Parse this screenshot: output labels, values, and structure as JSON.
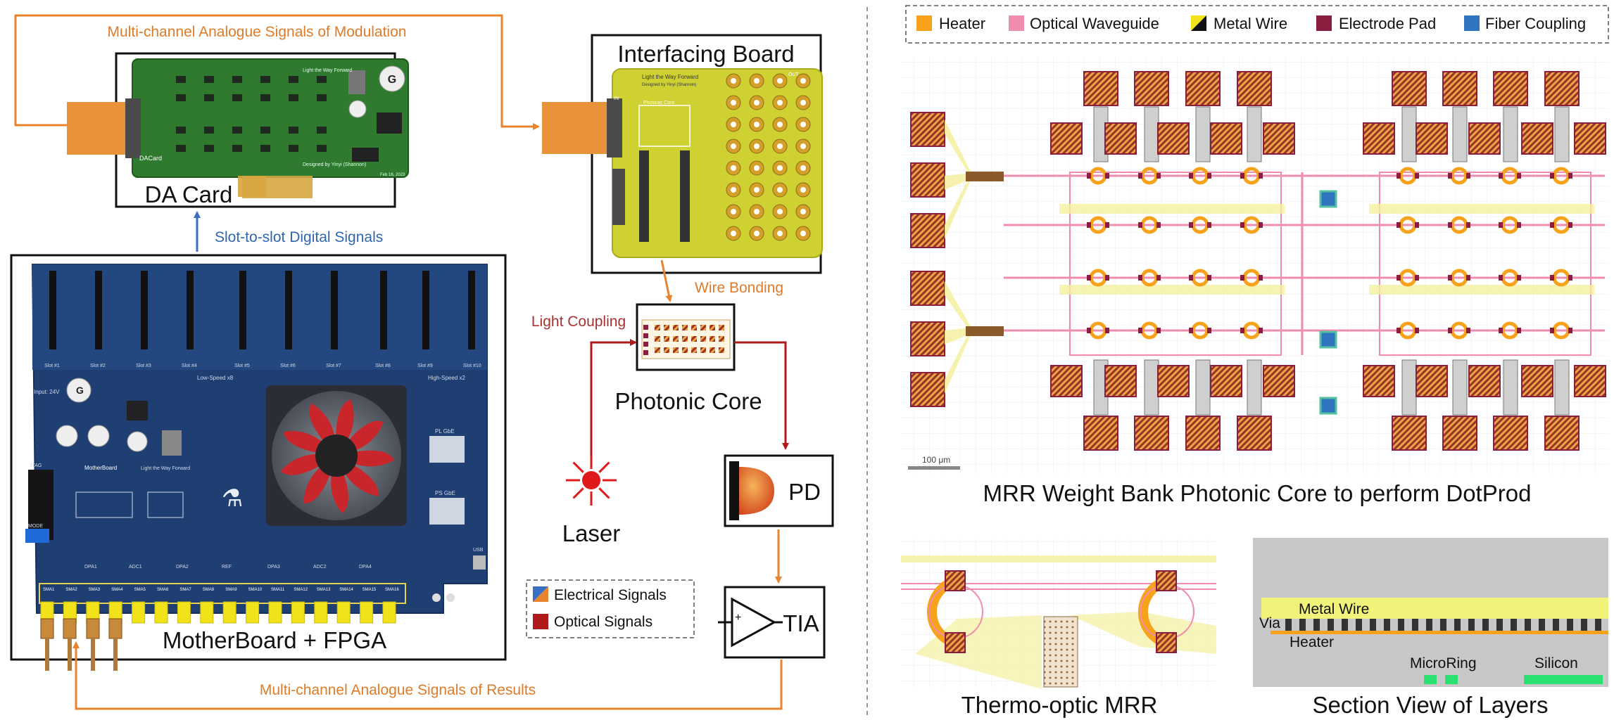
{
  "colors": {
    "orange": "#e8842e",
    "blue": "#3a6fc4",
    "red": "#b01a1a",
    "heater": "#f7a21b",
    "waveguide": "#f08cb0",
    "pad": "#8b1e3f",
    "fiber": "#2f75c0",
    "metal": "#eeee88"
  },
  "left": {
    "top_signal": "Multi-channel Analogue Signals of Modulation",
    "slot_signal": "Slot-to-slot Digital Signals",
    "bottom_signal": "Multi-channel Analogue Signals of Results",
    "da_card": "DA Card",
    "interfacing_board": "Interfacing Board",
    "motherboard": "MotherBoard + FPGA",
    "wire_bonding": "Wire Bonding",
    "light_coupling": "Light Coupling",
    "photonic_core": "Photonic Core",
    "laser": "Laser",
    "pd": "PD",
    "tia": "TIA",
    "legend": [
      "Electrical Signals",
      "Optical Signals"
    ],
    "da_pcb": {
      "motto": "Light the Way Forward",
      "credit": "Designed by Yinyi (Shannon)",
      "name": "DACard",
      "date": "Feb 16, 2023"
    },
    "if_pcb": {
      "motto": "Light the Way Forward",
      "credit": "Designed by Yinyi (Shannon)",
      "port_in": "IN",
      "port_out": "OUT",
      "inset": "Photonic Core"
    },
    "mb_pcb": {
      "slots": [
        "Slot #1",
        "Slot #2",
        "Slot #3",
        "Slot #4",
        "Slot #5",
        "Slot #6",
        "Slot #7",
        "Slot #8",
        "Slot #9",
        "Slot #10"
      ],
      "low_speed": "Low-Speed x8",
      "high_speed": "High-Speed x2",
      "input": "Input: 24V",
      "pl": "PL GbE",
      "ps": "PS GbE",
      "usb": "USB",
      "jtag": "JTAG",
      "mode": "MODE",
      "name": "MotherBoard",
      "motto": "Light the Way Forward",
      "sma": [
        "SMA1",
        "SMA2",
        "SMA3",
        "SMA4",
        "SMA5",
        "SMA6",
        "SMA7",
        "SMA8",
        "SMA9",
        "SMA10",
        "SMA11",
        "SMA12",
        "SMA13",
        "SMA14",
        "SMA15",
        "SMA16"
      ],
      "section": [
        "DPA1",
        "ADC1",
        "DPA2",
        "REF",
        "DPA3",
        "ADC2",
        "DPA4"
      ]
    }
  },
  "right": {
    "legend": [
      "Heater",
      "Optical Waveguide",
      "Metal Wire",
      "Electrode Pad",
      "Fiber Coupling"
    ],
    "core_title": "MRR Weight Bank Photonic Core to perform DotProd",
    "scale": "100 μm",
    "mrr_title": "Thermo-optic MRR",
    "section_title": "Section View of Layers",
    "layers": {
      "metal": "Metal Wire",
      "via": "Via",
      "heater": "Heater",
      "microring": "MicroRing",
      "silicon": "Silicon"
    }
  }
}
